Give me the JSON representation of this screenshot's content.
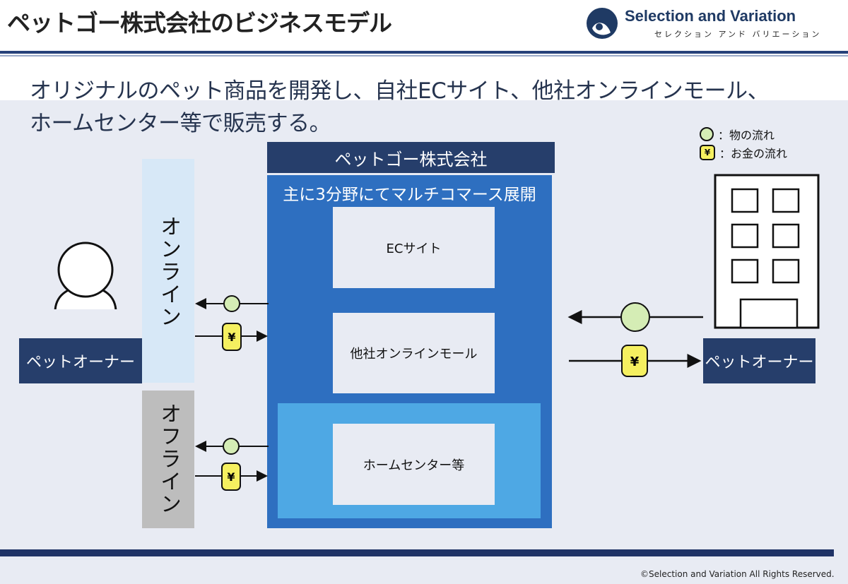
{
  "header": {
    "title": "ペットゴー株式会社のビジネスモデル",
    "brand_name": "Selection and Variation",
    "brand_kana": "セレクション アンド バリエーション"
  },
  "lead": {
    "line1": "オリジナルのペット商品を開発し、自社ECサイト、他社オンラインモール、",
    "line2": "ホームセンター等で販売する。"
  },
  "legend": {
    "goods": "：物の流れ",
    "money": "：お金の流れ",
    "yen_symbol": "¥"
  },
  "diagram": {
    "company": "ペットゴー株式会社",
    "panel_heading": "主に3分野にてマルチコマース展開",
    "channels": [
      "ECサイト",
      "他社オンラインモール",
      "ホームセンター等"
    ],
    "online_label": "オンライン",
    "offline_label": "オフライン",
    "owner_left": "ペットオーナー",
    "owner_right": "ペットオーナー"
  },
  "footer": {
    "copyright": "©Selection and Variation All Rights Reserved."
  },
  "colors": {
    "navy": "#263e6b",
    "blue_panel": "#2e6fc0",
    "light_blue_panel": "#4ea8e4",
    "coin": "#d5edb5",
    "yen": "#f5f060"
  }
}
